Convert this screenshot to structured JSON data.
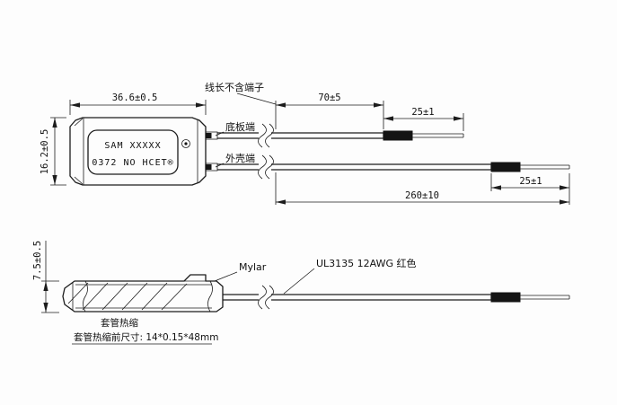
{
  "window": {
    "background": "#fdfdfd",
    "line_color": "#1c1c1c"
  },
  "top_view": {
    "note_wire_length": "线长不含端子",
    "dim_width": "36.6±0.5",
    "dim_height": "16.2±0.5",
    "dim_wire": "70±5",
    "dim_terminal_top": "25±1",
    "dim_terminal_bottom": "25±1",
    "dim_total": "260±10",
    "label_top_wire": "底板端",
    "label_bottom_wire": "外壳端",
    "marking_line1": "SAM  XXXXX",
    "marking_line2": "0372 NO HCET®"
  },
  "side_view": {
    "dim_height": "7.5±0.5",
    "label_mylar": "Mylar",
    "label_wire_spec": "UL3135 12AWG 红色",
    "note_sleeve": "套管热缩",
    "note_sleeve_size": "套管热缩前尺寸: 14*0.15*48mm"
  }
}
